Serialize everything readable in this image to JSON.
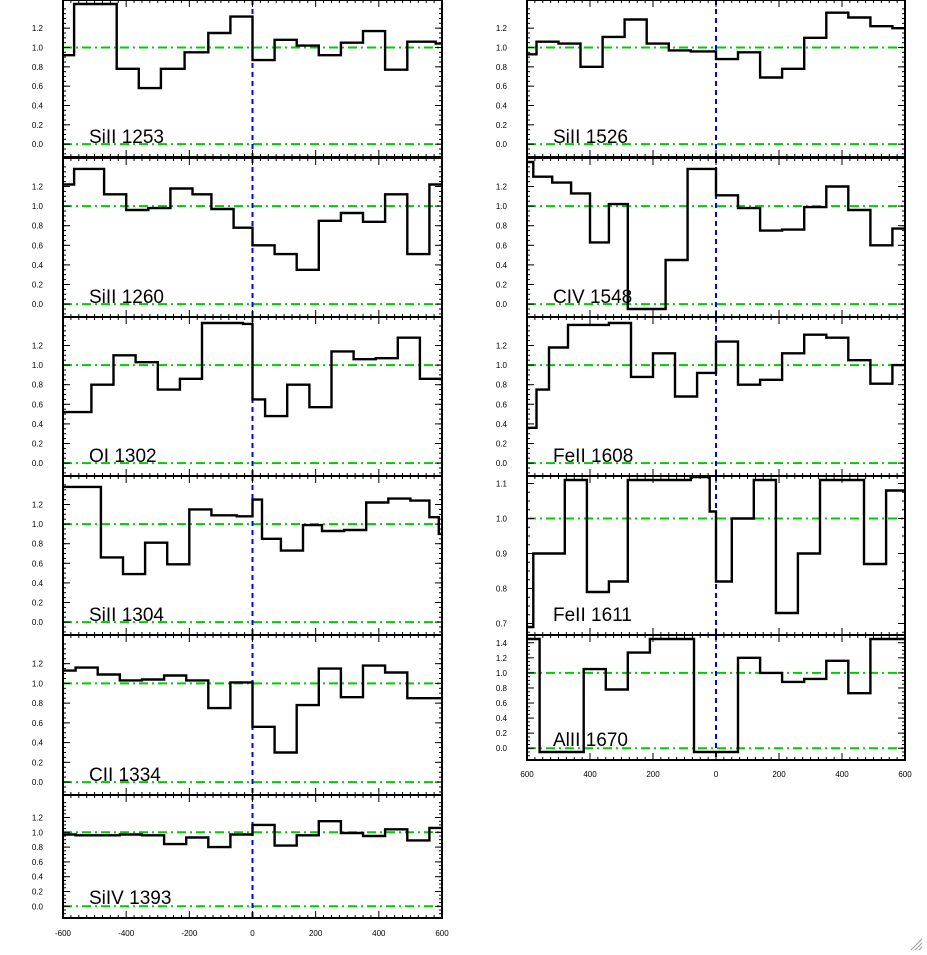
{
  "colors": {
    "spectrum": "#000000",
    "continuum": "#00cc00",
    "zero_velocity": "#0000ff",
    "frame": "#000000",
    "background": "#ffffff"
  },
  "x_axis": {
    "range": [
      -600,
      600
    ],
    "left_ticks": [
      "-600",
      "-400",
      "-200",
      "0",
      "200",
      "400",
      "600"
    ],
    "right_ticks": [
      "600",
      "400",
      "200",
      "0",
      "200",
      "400",
      "600"
    ]
  },
  "chart_data": [
    {
      "type": "line",
      "label": "SiII 1253",
      "xlim": [
        -600,
        600
      ],
      "ylim": [
        -0.05,
        1.45
      ],
      "yticks": [
        0.0,
        0.2,
        0.4,
        0.6,
        0.8,
        1.0,
        1.2
      ],
      "ytick_labels": [
        "0.0",
        "0.2",
        "0.4",
        "0.6",
        "0.8",
        "1.0",
        "1.2"
      ],
      "continuum_levels": [
        1.0,
        0.0
      ],
      "x": [
        -600,
        -565,
        -500,
        -430,
        -360,
        -290,
        -215,
        -140,
        -70,
        0,
        70,
        140,
        210,
        280,
        350,
        420,
        490,
        580
      ],
      "y": [
        0.92,
        1.45,
        1.45,
        0.78,
        0.58,
        0.78,
        0.95,
        1.15,
        1.32,
        0.87,
        1.08,
        1.02,
        0.92,
        1.05,
        1.17,
        0.77,
        1.06,
        1.04
      ]
    },
    {
      "type": "line",
      "label": "SiII 1260",
      "xlim": [
        -600,
        600
      ],
      "ylim": [
        -0.05,
        1.45
      ],
      "yticks": [
        0.0,
        0.2,
        0.4,
        0.6,
        0.8,
        1.0,
        1.2
      ],
      "ytick_labels": [
        "0.0",
        "0.2",
        "0.4",
        "0.6",
        "0.8",
        "1.0",
        "1.2"
      ],
      "continuum_levels": [
        1.0,
        0.0
      ],
      "x": [
        -600,
        -565,
        -530,
        -470,
        -400,
        -330,
        -260,
        -190,
        -130,
        -60,
        0,
        70,
        140,
        210,
        280,
        350,
        420,
        490,
        560
      ],
      "y": [
        1.22,
        1.38,
        1.38,
        1.12,
        0.96,
        0.98,
        1.18,
        1.12,
        0.97,
        0.78,
        0.6,
        0.51,
        0.35,
        0.85,
        0.93,
        0.84,
        1.12,
        0.51,
        1.22
      ]
    },
    {
      "type": "line",
      "label": "OI 1302",
      "xlim": [
        -600,
        600
      ],
      "ylim": [
        -0.05,
        1.45
      ],
      "yticks": [
        0.0,
        0.2,
        0.4,
        0.6,
        0.8,
        1.0,
        1.2
      ],
      "ytick_labels": [
        "0.0",
        "0.2",
        "0.4",
        "0.6",
        "0.8",
        "1.0",
        "1.2"
      ],
      "continuum_levels": [
        1.0,
        0.0
      ],
      "x": [
        -600,
        -575,
        -510,
        -440,
        -370,
        -300,
        -230,
        -160,
        -100,
        -30,
        0,
        40,
        110,
        180,
        250,
        320,
        390,
        460,
        530,
        570
      ],
      "y": [
        0.52,
        0.52,
        0.8,
        1.1,
        1.03,
        0.75,
        0.86,
        1.43,
        1.43,
        1.42,
        0.65,
        0.48,
        0.8,
        0.57,
        1.14,
        1.06,
        1.07,
        1.28,
        0.86,
        0.86
      ]
    },
    {
      "type": "line",
      "label": "SiII 1304",
      "xlim": [
        -600,
        600
      ],
      "ylim": [
        -0.05,
        1.45
      ],
      "yticks": [
        0.0,
        0.2,
        0.4,
        0.6,
        0.8,
        1.0,
        1.2
      ],
      "ytick_labels": [
        "0.0",
        "0.2",
        "0.4",
        "0.6",
        "0.8",
        "1.0",
        "1.2"
      ],
      "continuum_levels": [
        1.0,
        0.0
      ],
      "x": [
        -600,
        -570,
        -540,
        -480,
        -410,
        -340,
        -270,
        -200,
        -130,
        -50,
        0,
        30,
        90,
        160,
        220,
        290,
        360,
        430,
        500,
        560,
        590
      ],
      "y": [
        1.38,
        1.38,
        1.38,
        0.66,
        0.49,
        0.81,
        0.59,
        1.15,
        1.09,
        1.08,
        1.25,
        0.85,
        0.73,
        0.99,
        0.93,
        0.94,
        1.22,
        1.26,
        1.24,
        1.07,
        0.9
      ]
    },
    {
      "type": "line",
      "label": "CII 1334",
      "xlim": [
        -600,
        600
      ],
      "ylim": [
        -0.05,
        1.45
      ],
      "yticks": [
        0.0,
        0.2,
        0.4,
        0.6,
        0.8,
        1.0,
        1.2
      ],
      "ytick_labels": [
        "0.0",
        "0.2",
        "0.4",
        "0.6",
        "0.8",
        "1.0",
        "1.2"
      ],
      "continuum_levels": [
        1.0,
        0.0
      ],
      "x": [
        -600,
        -560,
        -490,
        -420,
        -350,
        -280,
        -210,
        -140,
        -70,
        0,
        70,
        140,
        210,
        280,
        350,
        420,
        490,
        560
      ],
      "y": [
        1.13,
        1.16,
        1.09,
        1.03,
        1.04,
        1.08,
        1.03,
        0.75,
        1.01,
        0.56,
        0.3,
        0.78,
        1.15,
        0.86,
        1.18,
        1.11,
        0.85,
        0.85
      ]
    },
    {
      "type": "line",
      "label": "SiIV 1393",
      "xlim": [
        -600,
        600
      ],
      "ylim": [
        -0.05,
        1.45
      ],
      "yticks": [
        0.0,
        0.2,
        0.4,
        0.6,
        0.8,
        1.0,
        1.2
      ],
      "ytick_labels": [
        "0.0",
        "0.2",
        "0.4",
        "0.6",
        "0.8",
        "1.0",
        "1.2"
      ],
      "continuum_levels": [
        1.0,
        0.0
      ],
      "x": [
        -600,
        -560,
        -490,
        -420,
        -350,
        -280,
        -210,
        -140,
        -70,
        0,
        70,
        140,
        210,
        280,
        350,
        420,
        490,
        560
      ],
      "y": [
        0.97,
        0.96,
        0.96,
        0.97,
        0.96,
        0.84,
        0.93,
        0.8,
        0.97,
        1.1,
        0.82,
        0.96,
        1.15,
        0.99,
        0.95,
        1.04,
        0.89,
        1.06
      ]
    },
    {
      "type": "line",
      "label": "SiII 1526",
      "xlim": [
        -600,
        600
      ],
      "ylim": [
        -0.05,
        1.45
      ],
      "yticks": [
        0.0,
        0.2,
        0.4,
        0.6,
        0.8,
        1.0,
        1.2
      ],
      "ytick_labels": [
        "0.0",
        "0.2",
        "0.4",
        "0.6",
        "0.8",
        "1.0",
        "1.2"
      ],
      "continuum_levels": [
        1.0,
        0.0
      ],
      "x": [
        -600,
        -570,
        -500,
        -430,
        -360,
        -290,
        -220,
        -150,
        -80,
        0,
        70,
        140,
        210,
        280,
        350,
        420,
        490,
        560,
        600
      ],
      "y": [
        0.93,
        1.06,
        1.04,
        0.8,
        1.11,
        1.29,
        1.04,
        0.97,
        0.96,
        0.88,
        0.95,
        0.69,
        0.78,
        1.1,
        1.36,
        1.31,
        1.22,
        1.2,
        1.2
      ]
    },
    {
      "type": "line",
      "label": "CIV 1548",
      "xlim": [
        -600,
        600
      ],
      "ylim": [
        -0.05,
        1.45
      ],
      "yticks": [
        0.0,
        0.2,
        0.4,
        0.6,
        0.8,
        1.0,
        1.2
      ],
      "ytick_labels": [
        "0.0",
        "0.2",
        "0.4",
        "0.6",
        "0.8",
        "1.0",
        "1.2"
      ],
      "continuum_levels": [
        1.0,
        0.0
      ],
      "x": [
        -600,
        -580,
        -520,
        -460,
        -400,
        -340,
        -280,
        -220,
        -160,
        -90,
        -30,
        0,
        70,
        140,
        210,
        280,
        350,
        420,
        490,
        560,
        580
      ],
      "y": [
        1.45,
        1.3,
        1.24,
        1.13,
        0.63,
        1.02,
        -0.05,
        -0.05,
        0.45,
        1.38,
        1.38,
        1.11,
        0.98,
        0.75,
        0.76,
        0.99,
        1.2,
        0.96,
        0.6,
        0.77,
        0.77
      ]
    },
    {
      "type": "line",
      "label": "FeII 1608",
      "xlim": [
        -600,
        600
      ],
      "ylim": [
        -0.05,
        1.45
      ],
      "yticks": [
        0.0,
        0.2,
        0.4,
        0.6,
        0.8,
        1.0,
        1.2
      ],
      "ytick_labels": [
        "0.0",
        "0.2",
        "0.4",
        "0.6",
        "0.8",
        "1.0",
        "1.2"
      ],
      "continuum_levels": [
        1.0,
        0.0
      ],
      "x": [
        -600,
        -570,
        -530,
        -470,
        -400,
        -340,
        -270,
        -200,
        -130,
        -60,
        -10,
        0,
        70,
        140,
        210,
        280,
        350,
        420,
        490,
        560,
        590
      ],
      "y": [
        0.36,
        0.75,
        1.18,
        1.41,
        1.41,
        1.43,
        0.88,
        1.12,
        0.68,
        0.92,
        0.92,
        1.24,
        0.8,
        0.85,
        1.12,
        1.31,
        1.28,
        1.05,
        0.81,
        1.0,
        1.0
      ]
    },
    {
      "type": "line",
      "label": "FeII 1611",
      "xlim": [
        -600,
        600
      ],
      "ylim": [
        0.69,
        1.11
      ],
      "yticks": [
        0.7,
        0.8,
        0.9,
        1.0,
        1.1
      ],
      "ytick_labels": [
        "0.7",
        "0.8",
        "0.9",
        "1.0",
        "1.1"
      ],
      "continuum_levels": [
        1.0
      ],
      "x": [
        -600,
        -580,
        -540,
        -480,
        -410,
        -340,
        -280,
        -210,
        -140,
        -80,
        -20,
        0,
        50,
        120,
        190,
        260,
        330,
        400,
        470,
        540,
        590
      ],
      "y": [
        0.69,
        0.9,
        0.9,
        1.11,
        0.79,
        0.82,
        1.11,
        1.11,
        1.11,
        1.12,
        1.02,
        0.82,
        1.0,
        1.11,
        0.73,
        0.9,
        1.11,
        1.11,
        0.87,
        1.08,
        1.08
      ]
    },
    {
      "type": "line",
      "label": "AlII 1670",
      "xlim": [
        -600,
        600
      ],
      "ylim": [
        -0.05,
        1.45
      ],
      "yticks": [
        0.0,
        0.2,
        0.4,
        0.6,
        0.8,
        1.0,
        1.2,
        1.4
      ],
      "ytick_labels": [
        "0.0",
        "0.2",
        "0.4",
        "0.6",
        "0.8",
        "1.0",
        "1.2",
        "1.4"
      ],
      "continuum_levels": [
        1.0,
        0.0
      ],
      "x": [
        -600,
        -560,
        -490,
        -420,
        -350,
        -280,
        -210,
        -140,
        -70,
        0,
        70,
        140,
        210,
        280,
        350,
        420,
        490,
        560
      ],
      "y": [
        1.45,
        -0.05,
        -0.05,
        1.05,
        0.78,
        1.27,
        1.45,
        1.45,
        -0.05,
        -0.05,
        1.2,
        1.0,
        0.88,
        0.92,
        1.16,
        0.73,
        1.45,
        1.45
      ]
    }
  ]
}
